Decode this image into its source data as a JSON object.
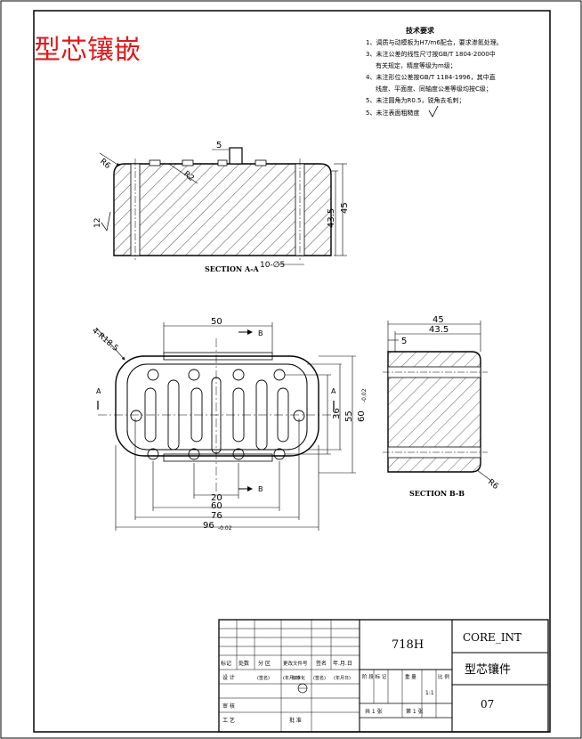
{
  "title_stamp": "型芯镶嵌",
  "tech_requirements": {
    "heading": "技术要求",
    "items": [
      "1、调质与动模板为H7/m6配合，要求渗氮处理。",
      "3、未注公差的线性尺寸按GB/T 1804-2000中",
      "有关规定，精度等级为m级；",
      "4、未注形位公差按GB/T 1184-1996，其中直",
      "线度、平面度、同轴度公差等级均按C级；",
      "5、未注圆角为R0.5，锐角去毛刺；",
      "5、未注表面粗糙度"
    ]
  },
  "section_aa": {
    "label": "SECTION A-A",
    "dims": {
      "r6": "R6",
      "r2": "R2",
      "five": "5",
      "h435": "43.5",
      "h45": "45",
      "ten_holes": "10-∅5",
      "rough": "12"
    }
  },
  "top_view": {
    "dims": {
      "r": "4-R18.5",
      "w50": "50",
      "w20": "20",
      "w60": "60",
      "w76": "76",
      "w96": "96",
      "w96_tol": "-0.02",
      "h36": "36",
      "h55": "55",
      "h60": "60",
      "h60_tol": "-0.02",
      "b_top": "B",
      "b_bot": "B",
      "a_left": "A",
      "a_right": "A"
    }
  },
  "section_bb": {
    "label": "SECTION B-B",
    "dims": {
      "w45": "45",
      "w435": "43.5",
      "five": "5",
      "r6": "R6"
    }
  },
  "title_block": {
    "drawing_no": "718H",
    "code": "CORE_INT",
    "name": "型芯镶件",
    "sheet": "07",
    "scale": "1:1",
    "row_labels": [
      "标记",
      "处数",
      "分 区",
      "更改文件号",
      "签名",
      "年.月.日"
    ],
    "left_labels": [
      "设 计",
      "(签名)",
      "(年月日)",
      "标准化",
      "(签名)",
      "(年月日)"
    ],
    "sub_labels": [
      "审 核",
      "工 艺",
      "批 准"
    ],
    "stage_labels": [
      "阶 段 标 记",
      "重 量",
      "比 例"
    ],
    "sheet_count": "共 1 张",
    "sheet_index": "第 1 张"
  }
}
